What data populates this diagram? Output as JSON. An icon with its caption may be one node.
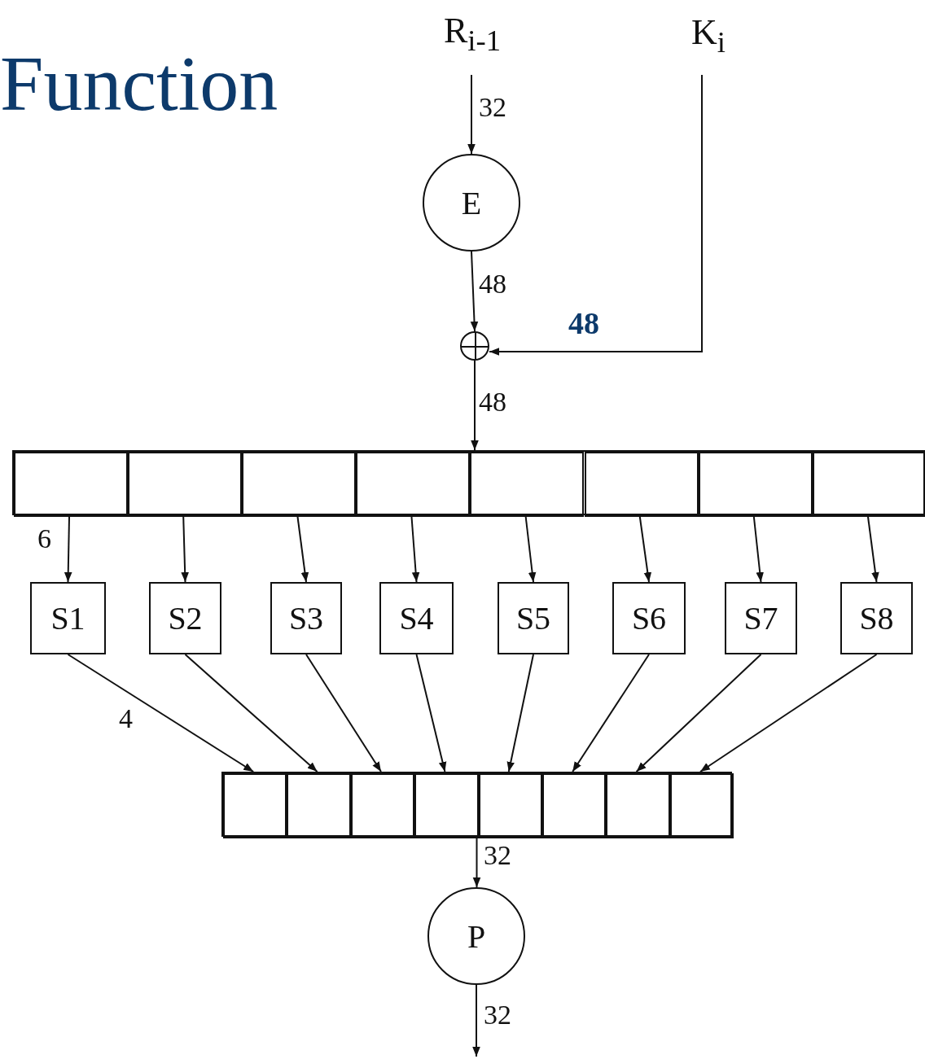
{
  "diagram": {
    "title": "Function",
    "nodes": [
      {
        "text": [
          "R$_{i-1}$"
        ]
      },
      {
        "text": [
          "K$_{i}$"
        ]
      },
      {
        "text": [
          "E"
        ]
      },
      {
        "text": [],
        "shape": "circle"
      },
      {
        "text": [],
        "shape": "bar"
      },
      {
        "text": [],
        "shape": "box",
        "in": 4
      },
      {
        "text": [],
        "shape": "box",
        "in": 4
      },
      {
        "text": [],
        "shape": "box",
        "in": 4
      },
      {
        "text": [],
        "shape": "box",
        "in": 4
      },
      {
        "text": [],
        "shape": "box",
        "in": 4
      },
      {
        "text": [],
        "shape": "box",
        "in": 4
      },
      {
        "text": [],
        "shape": "box",
        "in": 4
      },
      {
        "text": [],
        "shape": "box",
        "in": 4
      },
      {
        "text": [
          "S1"
        ]
      },
      {
        "text": [
          "S2"
        ]
      },
      {
        "text": [
          "S3"
        ]
      },
      {
        "text": [
          "S4"
        ]
      },
      {
        "text": [
          "S5"
        ]
      },
      {
        "text": [
          "S6"
        ]
      },
      {
        "text": [
          "S7"
        ]
      },
      {
        "text": [
          "S8"
        ]
      },
      {
        "text": [],
        "shape": "bar"
      },
      {
        "text": [],
        "shape": "box",
        "in": 21
      },
      {
        "text": [],
        "shape": "box",
        "in": 21
      },
      {
        "text": [],
        "shape": "box",
        "in": 21
      },
      {
        "text": [],
        "shape": "box",
        "in": 21
      },
      {
        "text": [],
        "shape": "box",
        "in": 21
      },
      {
        "text": [],
        "shape": "box",
        "in": 21
      },
      {
        "text": [],
        "shape": "box",
        "in": 21
      },
      {
        "text": [],
        "shape": "box",
        "in": 21
      },
      {
        "text": [
          "P"
        ]
      }
    ],
    "edges": [
      {
        "from": 0,
        "to": 2,
        "arrow": "to",
        "label": "32"
      },
      {
        "from": 2,
        "to": 3,
        "arrow": "to",
        "label": "48"
      },
      {
        "from": 1,
        "to": 3,
        "arrow": "to",
        "label": "48"
      },
      {
        "from": 3,
        "to": 4,
        "arrow": "to",
        "label": "48"
      },
      {
        "from": 5,
        "to": 13,
        "arrow": "to",
        "label": "6"
      },
      {
        "from": 6,
        "to": 14,
        "arrow": "to"
      },
      {
        "from": 7,
        "to": 15,
        "arrow": "to"
      },
      {
        "from": 8,
        "to": 16,
        "arrow": "to"
      },
      {
        "from": 9,
        "to": 17,
        "arrow": "to"
      },
      {
        "from": 10,
        "to": 18,
        "arrow": "to"
      },
      {
        "from": 11,
        "to": 19,
        "arrow": "to"
      },
      {
        "from": 12,
        "to": 20,
        "arrow": "to"
      },
      {
        "from": 13,
        "to": 22,
        "arrow": "to",
        "label": "4"
      },
      {
        "from": 14,
        "to": 23,
        "arrow": "to"
      },
      {
        "from": 15,
        "to": 24,
        "arrow": "to"
      },
      {
        "from": 16,
        "to": 25,
        "arrow": "to"
      },
      {
        "from": 17,
        "to": 26,
        "arrow": "to"
      },
      {
        "from": 18,
        "to": 27,
        "arrow": "to"
      },
      {
        "from": 19,
        "to": 28,
        "arrow": "to"
      },
      {
        "from": 20,
        "to": 29,
        "arrow": "to"
      },
      {
        "from": 21,
        "to": 30,
        "arrow": "to",
        "label": "32"
      },
      {
        "from": 30,
        "to": null,
        "arrow": "to",
        "label": "32"
      }
    ]
  }
}
